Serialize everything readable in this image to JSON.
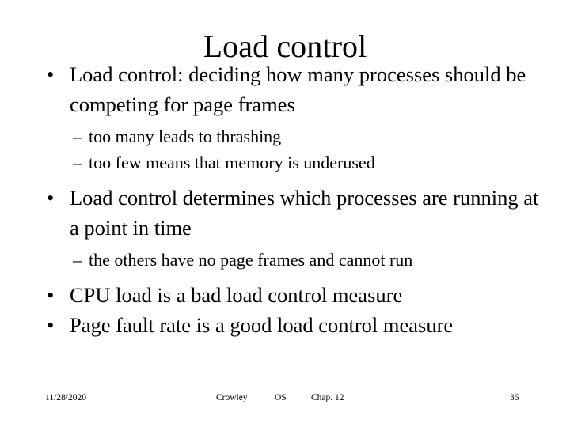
{
  "slide": {
    "title": "Load control",
    "background_color": "#ffffff",
    "text_color": "#000000",
    "bullet_marker": "•",
    "sub_bullet_marker": "–",
    "body": [
      {
        "level": 1,
        "text": "Load control: deciding how many processes should be competing for page frames"
      },
      {
        "level": 2,
        "text": "too many leads to thrashing"
      },
      {
        "level": 2,
        "text": "too few means that memory is underused"
      },
      {
        "level": 1,
        "text": "Load control determines which processes are running at a point in time"
      },
      {
        "level": 2,
        "text": "the others have no page frames and cannot run"
      },
      {
        "level": 1,
        "text": "CPU load is a bad load control measure"
      },
      {
        "level": 1,
        "text": "Page fault rate is a good load control measure"
      }
    ],
    "footer": {
      "date": "11/28/2020",
      "author": "Crowley",
      "course": "OS",
      "chapter": "Chap. 12",
      "page_number": "35"
    }
  }
}
